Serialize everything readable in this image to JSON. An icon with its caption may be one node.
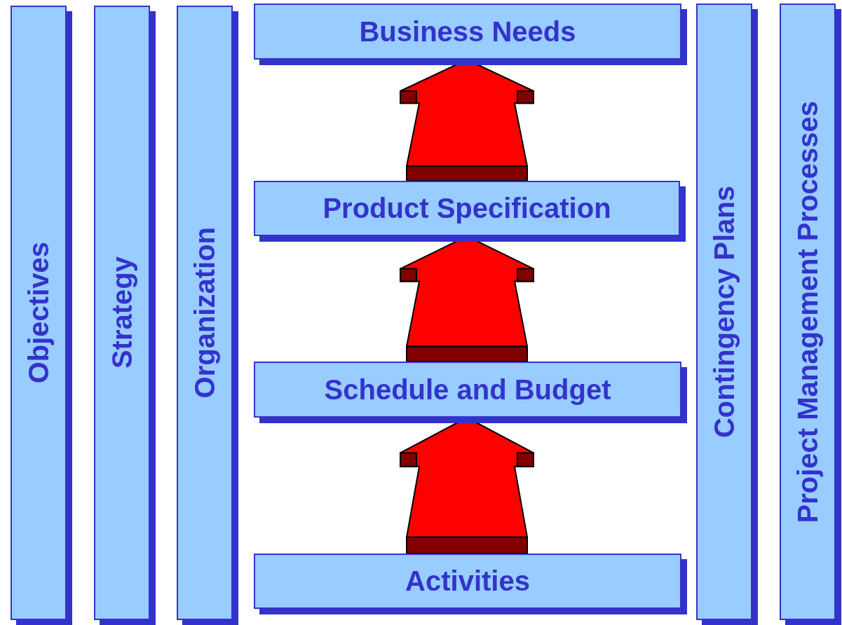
{
  "diagram": {
    "nodes": [
      {
        "text": [
          "Objectives"
        ]
      },
      {
        "text": [
          "Strategy"
        ]
      },
      {
        "text": [
          "Organization"
        ]
      },
      {
        "text": [
          "Business Needs"
        ]
      },
      {
        "text": [
          "Product Specification"
        ]
      },
      {
        "text": [
          "Schedule and Budget"
        ]
      },
      {
        "text": [
          "Activities"
        ]
      },
      {
        "text": [
          "Contingency Plans"
        ]
      },
      {
        "text": [
          "Project Management Processes"
        ]
      }
    ],
    "edges": [
      {
        "from": 6,
        "to": 5,
        "arrow": "to"
      },
      {
        "from": 5,
        "to": 4,
        "arrow": "to"
      },
      {
        "from": 4,
        "to": 3,
        "arrow": "to"
      }
    ]
  }
}
